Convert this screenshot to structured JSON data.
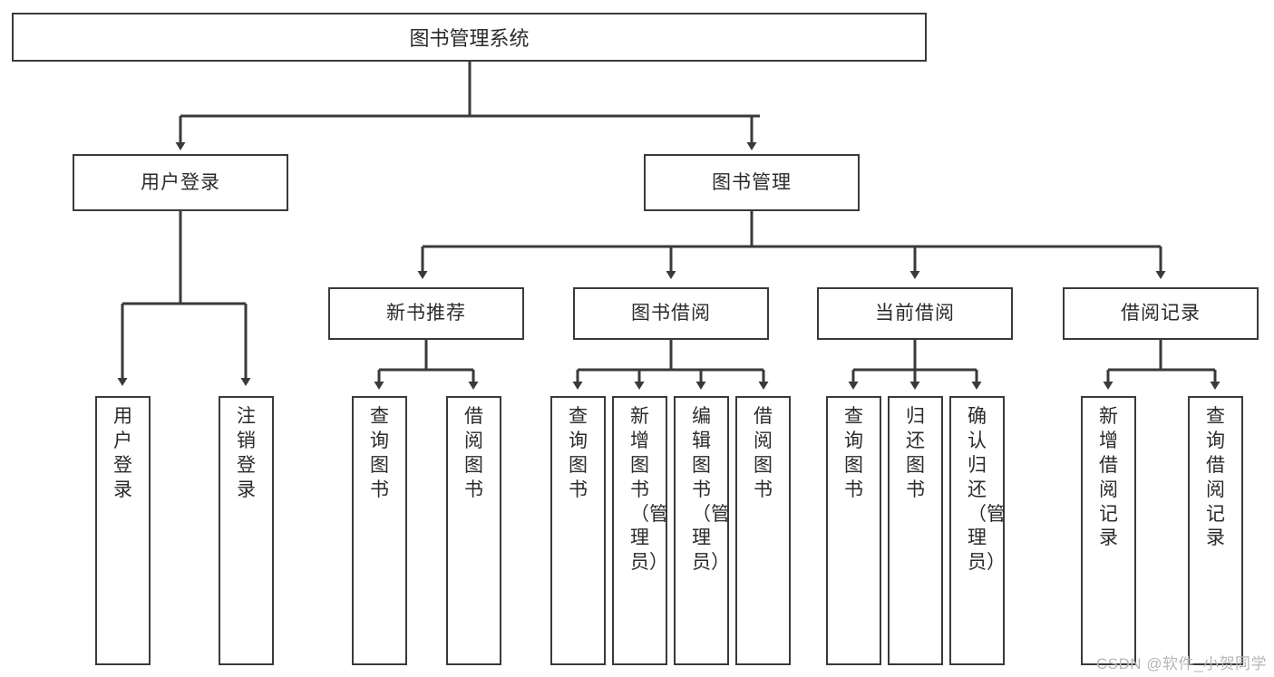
{
  "diagram": {
    "title": "图书管理系统",
    "type": "tree-hierarchy-diagram",
    "root": {
      "label": "图书管理系统"
    },
    "level1": [
      {
        "label": "用户登录"
      },
      {
        "label": "图书管理"
      }
    ],
    "level2": [
      {
        "label": "新书推荐"
      },
      {
        "label": "图书借阅"
      },
      {
        "label": "当前借阅"
      },
      {
        "label": "借阅记录"
      }
    ],
    "leaves": {
      "user_login": [
        {
          "label": "用户登录"
        },
        {
          "label": "注销登录"
        }
      ],
      "new_book_recommend": [
        {
          "label": "查询图书"
        },
        {
          "label": "借阅图书"
        }
      ],
      "book_borrow": [
        {
          "label": "查询图书"
        },
        {
          "label": "新增图书（管理员）"
        },
        {
          "label": "编辑图书（管理员）"
        },
        {
          "label": "借阅图书"
        }
      ],
      "current_borrow": [
        {
          "label": "查询图书"
        },
        {
          "label": "归还图书"
        },
        {
          "label": "确认归还（管理员）"
        }
      ],
      "borrow_record": [
        {
          "label": "新增借阅记录"
        },
        {
          "label": "查询借阅记录"
        }
      ]
    }
  },
  "watermark": {
    "text": "CSDN @软件_小贺同学"
  },
  "colors": {
    "box_border": "#3a3a3a",
    "text": "#2b2b2b",
    "line": "#3a3a3a",
    "background": "#ffffff",
    "watermark": "#b6b6b6"
  }
}
